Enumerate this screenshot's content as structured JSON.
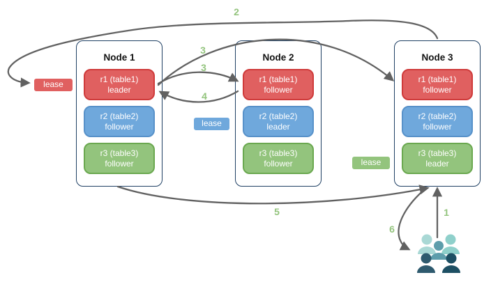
{
  "nodes": [
    {
      "title": "Node 1",
      "replicas": [
        {
          "line1": "r1 (table1)",
          "line2": "leader",
          "color": "red"
        },
        {
          "line1": "r2 (table2)",
          "line2": "follower",
          "color": "blue"
        },
        {
          "line1": "r3 (table3)",
          "line2": "follower",
          "color": "green"
        }
      ]
    },
    {
      "title": "Node 2",
      "replicas": [
        {
          "line1": "r1 (table1)",
          "line2": "follower",
          "color": "red"
        },
        {
          "line1": "r2 (table2)",
          "line2": "leader",
          "color": "blue"
        },
        {
          "line1": "r3 (table3)",
          "line2": "follower",
          "color": "green"
        }
      ]
    },
    {
      "title": "Node 3",
      "replicas": [
        {
          "line1": "r1 (table1)",
          "line2": "follower",
          "color": "red"
        },
        {
          "line1": "r2 (table2)",
          "line2": "follower",
          "color": "blue"
        },
        {
          "line1": "r3 (table3)",
          "line2": "leader",
          "color": "green"
        }
      ]
    }
  ],
  "leases": [
    {
      "label": "lease",
      "color": "red"
    },
    {
      "label": "lease",
      "color": "blue"
    },
    {
      "label": "lease",
      "color": "green"
    }
  ],
  "steps": {
    "s1": "1",
    "s2": "2",
    "s3a": "3",
    "s3b": "3",
    "s4": "4",
    "s5": "5",
    "s6": "6"
  },
  "icons": {
    "users": "users-icon"
  },
  "colors": {
    "replica_red_fill": "#e06060",
    "replica_red_border": "#cf3a3a",
    "replica_blue_fill": "#6fa8dc",
    "replica_blue_border": "#5791c9",
    "replica_green_fill": "#93c47d",
    "replica_green_border": "#6aa84f",
    "node_border": "#1e3f63",
    "arrow": "#616161",
    "step_label": "#93c47d",
    "users_light_left": "#a9d8d5",
    "users_light_right": "#8fd0cb",
    "users_medium": "#5d9dab",
    "users_dark_left": "#2e5a6e",
    "users_dark_right": "#1d4f63"
  }
}
